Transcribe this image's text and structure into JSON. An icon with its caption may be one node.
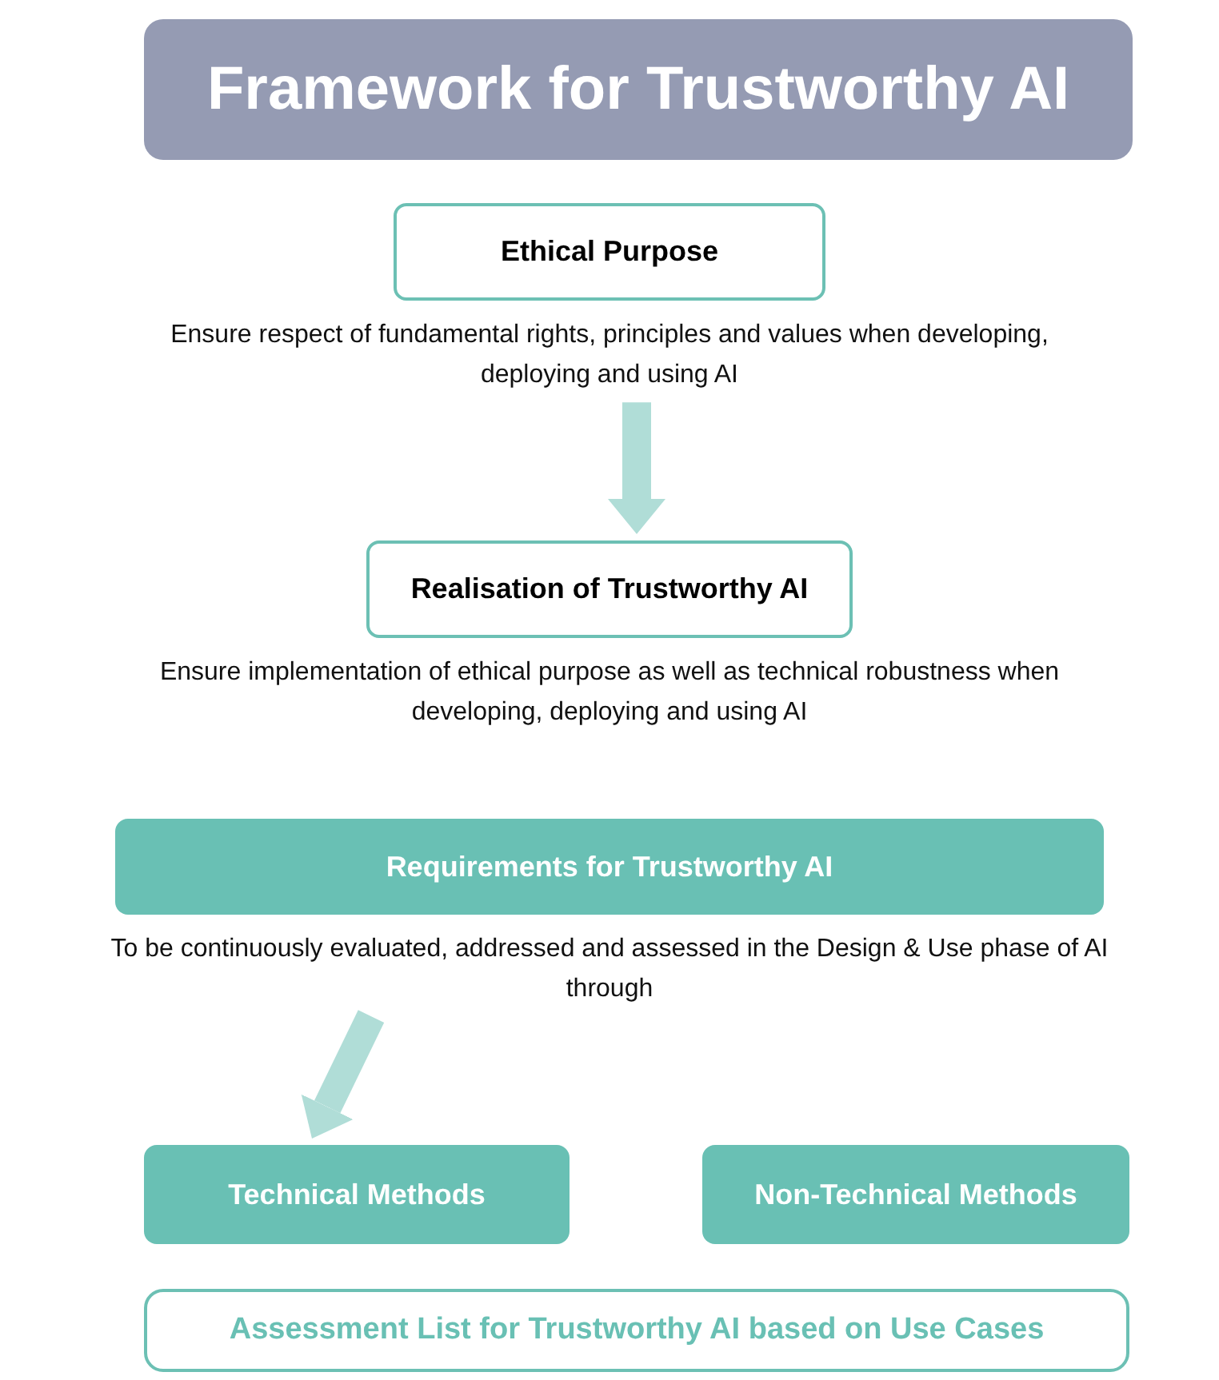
{
  "diagram": {
    "nodes": [
      {
        "text": [
          "Framework for Trustworthy AI"
        ]
      },
      {
        "text": [
          "Ethical Purpose"
        ],
        "beside": [
          "Ensure respect of fundamental rights, principles and values when developing, deploying and using AI"
        ]
      },
      {
        "text": [
          "Realisation of Trustworthy AI"
        ],
        "beside": [
          "Ensure implementation of ethical purpose as well as technical robustness when developing, deploying and using AI"
        ]
      },
      {
        "text": [
          "Requirements for Trustworthy AI"
        ],
        "beside": [
          "To be continuously evaluated, addressed and assessed in the Design & Use phase of AI through"
        ]
      },
      {
        "text": [
          "Technical Methods"
        ]
      },
      {
        "text": [
          "Non-Technical Methods"
        ]
      },
      {
        "text": [
          "Assessment List for Trustworthy AI based on Use Cases"
        ]
      }
    ],
    "edges": [
      {
        "from": 1,
        "to": 2,
        "arrow": "to"
      },
      {
        "from": 3,
        "to": 4,
        "arrow": "to"
      }
    ]
  }
}
